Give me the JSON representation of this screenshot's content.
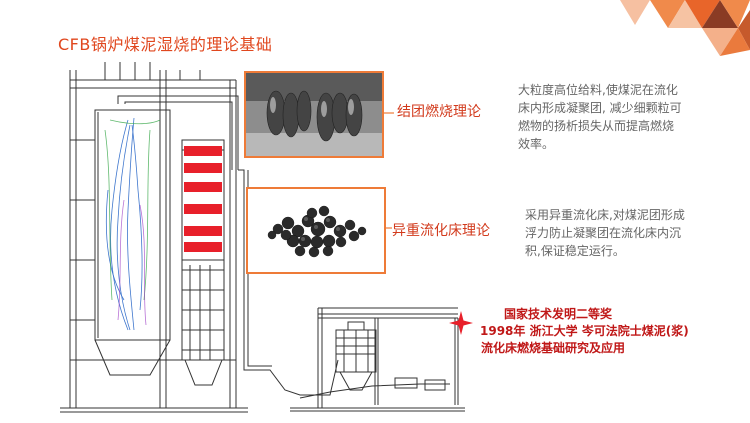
{
  "slide": {
    "title": "CFB锅炉煤泥湿烧的理论基础"
  },
  "sections": [
    {
      "label": "结团燃烧理论",
      "desc_lines": [
        "大粒度高位给料,使煤泥在流化",
        "床内形成凝聚团, 减少细颗粒可",
        "燃物的扬析损失从而提高燃烧",
        "效率。"
      ]
    },
    {
      "label": "异重流化床理论",
      "desc_lines": [
        "采用异重流化床,对煤泥团形成",
        "浮力防止凝聚团在流化床内沉",
        "积,保证稳定运行。"
      ]
    }
  ],
  "award": {
    "line1": "国家技术发明二等奖",
    "line2": "1998年 浙江大学 岑可法院士煤泥(浆)",
    "line3": "流化床燃烧基础研究及应用"
  },
  "colors": {
    "title": "#e0471e",
    "label": "#d23a1c",
    "award": "#c01818",
    "frame": "#ee7b38",
    "accent_red": "#e8202a",
    "corner_orange": "#f08a4b",
    "corner_brown": "#8a3b24"
  },
  "icons": {
    "award_marker": "red-four-point-star-icon"
  }
}
